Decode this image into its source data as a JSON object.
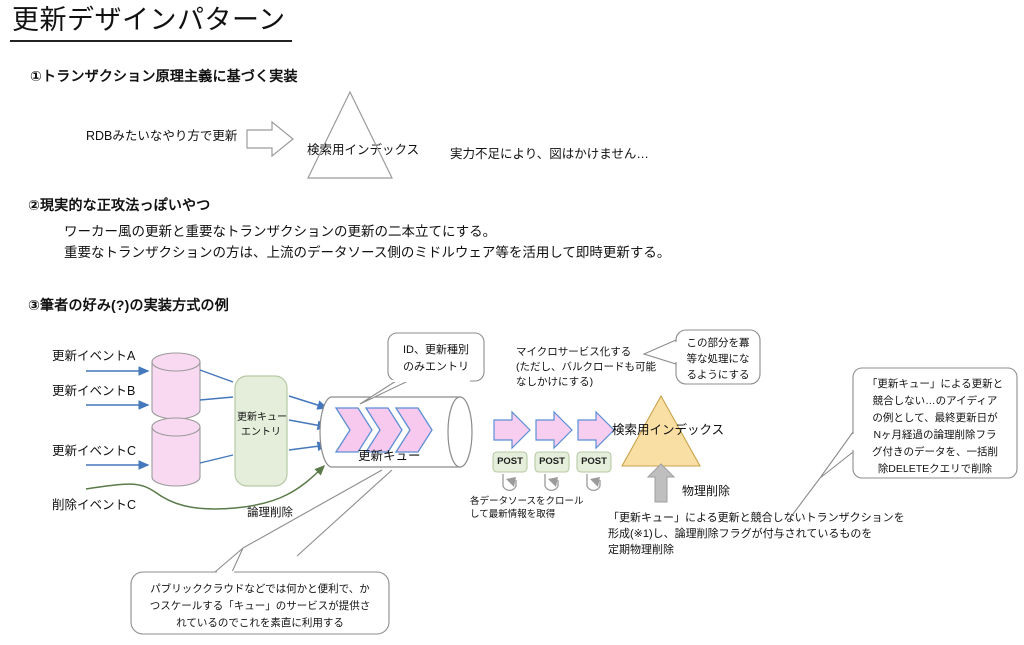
{
  "page": {
    "title": "更新デザインパターン"
  },
  "sections": [
    {
      "id": "section-1",
      "heading": "①トランザクション原理主義に基づく実装",
      "flow_label": "RDBみたいなやり方で更新",
      "index_label": "検索用インデックス",
      "note": "実力不足により、図はかけません…"
    },
    {
      "id": "section-2",
      "heading": "②現実的な正攻法っぽいやつ",
      "lines": [
        "ワーカー風の更新と重要なトランザクションの更新の二本立てにする。",
        "重要なトランザクションの方は、上流のデータソース側のミドルウェア等を活用して即時更新する。"
      ]
    },
    {
      "id": "section-3",
      "heading": "③筆者の好み(?)の実装方式の例"
    }
  ],
  "diagram": {
    "events": [
      {
        "label": "更新イベントA"
      },
      {
        "label": "更新イベントB"
      },
      {
        "label": "更新イベントC"
      },
      {
        "label": "削除イベントC"
      }
    ],
    "queue_entry_box": {
      "line1": "更新キュー",
      "line2": "エントリ"
    },
    "logical_delete_label": "論理削除",
    "queue_callout": {
      "line1": "ID、更新種別",
      "line2": "のみエントリ"
    },
    "queue_label": "更新キュー",
    "microservice_note": [
      "マイクロサービス化する",
      "(ただし、バルクロードも可能",
      "なしかけにする)"
    ],
    "idempotent_bubble": [
      "この部分を冪",
      "等な処理にな",
      "るようにする"
    ],
    "post_buttons": [
      "POST",
      "POST",
      "POST"
    ],
    "crawl_note": [
      "各データソースをクロール",
      "して最新情報を取得"
    ],
    "search_index_label": "検索用インデックス",
    "physical_delete_label": "物理削除",
    "physical_delete_note": [
      "「更新キュー」による更新と競合しないトランザクションを",
      "形成(※1)し、論理削除フラグが付与されているものを",
      "定期物理削除"
    ],
    "cloud_queue_callout": [
      "パブリッククラウドなどでは何かと便利で、か",
      "つスケールする「キュー」のサービスが提供さ",
      "れているのでこれを素直に利用する"
    ],
    "right_callout": [
      "「更新キュー」による更新と",
      "競合しない…のアイディア",
      "の例として、最終更新日が",
      "Nヶ月経過の論理削除フラ",
      "グ付きのデータを、一括削",
      "除DELETEクエリで削除"
    ]
  },
  "colors": {
    "cylinder_fill": "#f9d9f2",
    "cylinder_stroke": "#9a9a9a",
    "green_box_fill": "#e4eedb",
    "green_box_stroke": "#b7c9a6",
    "chevron_fill": "#f7c9ef",
    "chevron_stroke": "#5b8fd4",
    "arrow_blue": "#4477bb",
    "arrow_green": "#5a7a4a",
    "triangle_fill": "#fadfa5",
    "triangle_stroke": "#c8a24a",
    "pink_arrow_fill": "#f7cdf0",
    "gray_arrow_fill": "#bfbfbf",
    "outline_gray": "#8c8c8c",
    "post_fill": "#e4eedb"
  }
}
